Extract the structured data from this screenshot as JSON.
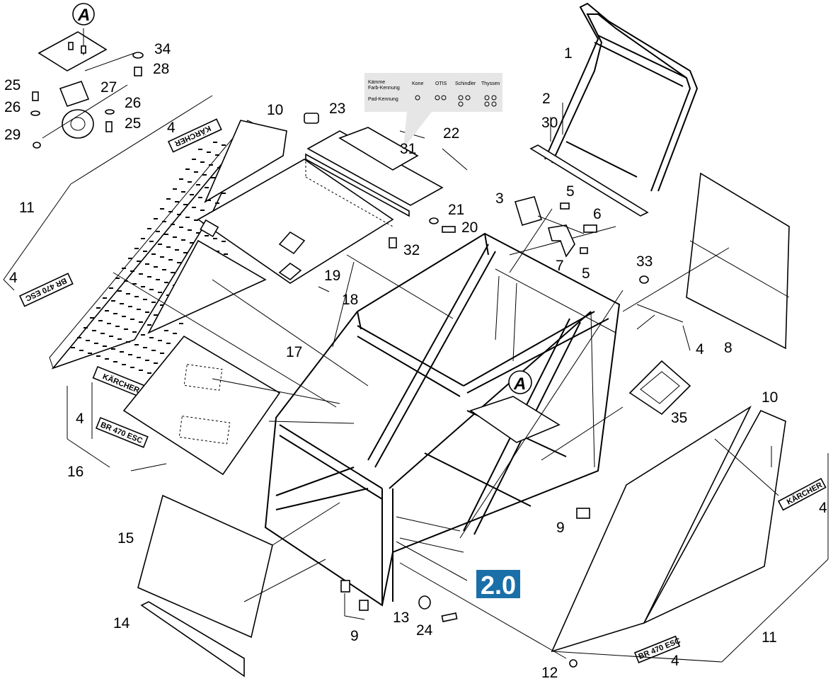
{
  "diagram": {
    "callouts": [
      {
        "id": "c1",
        "label": "1"
      },
      {
        "id": "c2",
        "label": "2"
      },
      {
        "id": "c30",
        "label": "30"
      },
      {
        "id": "c3",
        "label": "3"
      },
      {
        "id": "c5a",
        "label": "5"
      },
      {
        "id": "c6",
        "label": "6"
      },
      {
        "id": "c7",
        "label": "7"
      },
      {
        "id": "c5b",
        "label": "5"
      },
      {
        "id": "c8",
        "label": "8"
      },
      {
        "id": "c33",
        "label": "33"
      },
      {
        "id": "c4r",
        "label": "4"
      },
      {
        "id": "c10r",
        "label": "10"
      },
      {
        "id": "c35",
        "label": "35"
      },
      {
        "id": "c4rr",
        "label": "4"
      },
      {
        "id": "c11r",
        "label": "11"
      },
      {
        "id": "c4br",
        "label": "4"
      },
      {
        "id": "c12",
        "label": "12"
      },
      {
        "id": "c9r",
        "label": "9"
      },
      {
        "id": "c13",
        "label": "13"
      },
      {
        "id": "c24",
        "label": "24"
      },
      {
        "id": "c9b",
        "label": "9"
      },
      {
        "id": "c14",
        "label": "14"
      },
      {
        "id": "c15",
        "label": "15"
      },
      {
        "id": "c16",
        "label": "16"
      },
      {
        "id": "c4l",
        "label": "4"
      },
      {
        "id": "c17",
        "label": "17"
      },
      {
        "id": "c11l",
        "label": "11"
      },
      {
        "id": "c4tl",
        "label": "4"
      },
      {
        "id": "c4bl",
        "label": "4"
      },
      {
        "id": "c10l",
        "label": "10"
      },
      {
        "id": "c23",
        "label": "23"
      },
      {
        "id": "c22",
        "label": "22"
      },
      {
        "id": "c31",
        "label": "31"
      },
      {
        "id": "c21",
        "label": "21"
      },
      {
        "id": "c20",
        "label": "20"
      },
      {
        "id": "c32",
        "label": "32"
      },
      {
        "id": "c19",
        "label": "19"
      },
      {
        "id": "c18",
        "label": "18"
      },
      {
        "id": "c34",
        "label": "34"
      },
      {
        "id": "c28",
        "label": "28"
      },
      {
        "id": "c27",
        "label": "27"
      },
      {
        "id": "c26a",
        "label": "26"
      },
      {
        "id": "c26b",
        "label": "26"
      },
      {
        "id": "c25a",
        "label": "25"
      },
      {
        "id": "c25b",
        "label": "25"
      },
      {
        "id": "c29",
        "label": "29"
      }
    ],
    "detail_marker": "A",
    "section_badge": "2.0",
    "brand_decal": "KÄRCHER",
    "model_decal": "BR 470 ESC",
    "table": {
      "row1_line1": "Kämme",
      "row1_line2": "Farb-Kennung",
      "row2": "Pad-Kennung",
      "columns": [
        "Kone",
        "OTIS",
        "Schindler",
        "Thyssen"
      ],
      "column_colors": [
        "#1f8fd6",
        "#000000",
        "#1a8a3a",
        "#d8d8d8"
      ]
    }
  }
}
